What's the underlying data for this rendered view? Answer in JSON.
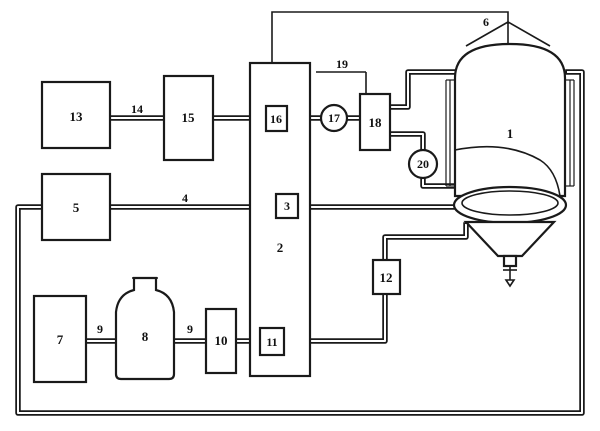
{
  "components": {
    "reactor": "1",
    "panel": "2",
    "valve_3": "3",
    "line_4": "4",
    "block_5": "5",
    "support_6": "6",
    "block_7": "7",
    "bottle": "8",
    "line_9a": "9",
    "line_9b": "9",
    "block_10": "10",
    "valve_11": "11",
    "block_12": "12",
    "block_13": "13",
    "line_14": "14",
    "block_15": "15",
    "valve_16": "16",
    "gauge_17": "17",
    "block_18": "18",
    "line_19": "19",
    "gauge_20": "20"
  }
}
